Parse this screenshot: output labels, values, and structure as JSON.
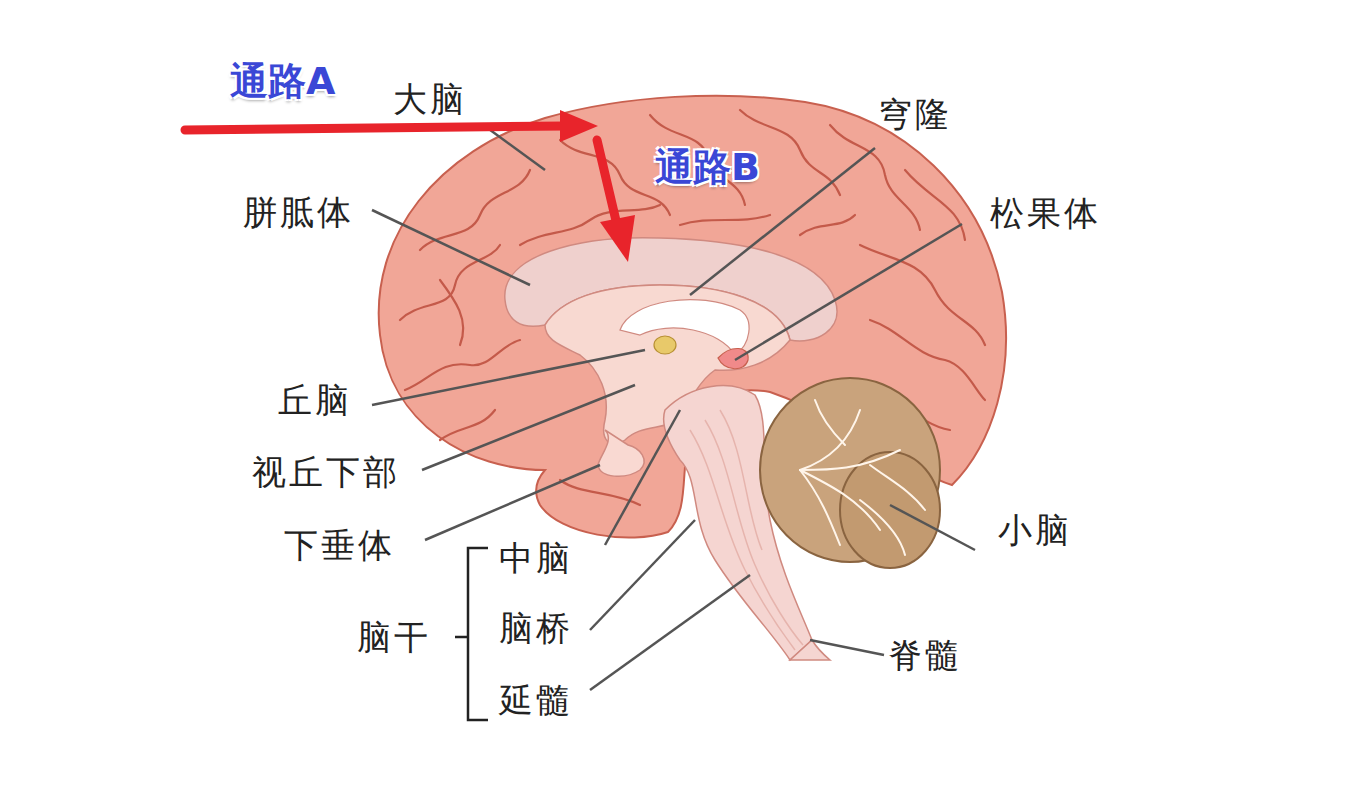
{
  "diagram": {
    "labels": [
      "通路A",
      "大脑",
      "通路B",
      "穹隆",
      "胼胝体",
      "松果体",
      "丘脑",
      "视丘下部",
      "下垂体",
      "小脑",
      "中脑",
      "脑干",
      "脑桥",
      "延髓",
      "脊髓"
    ]
  }
}
